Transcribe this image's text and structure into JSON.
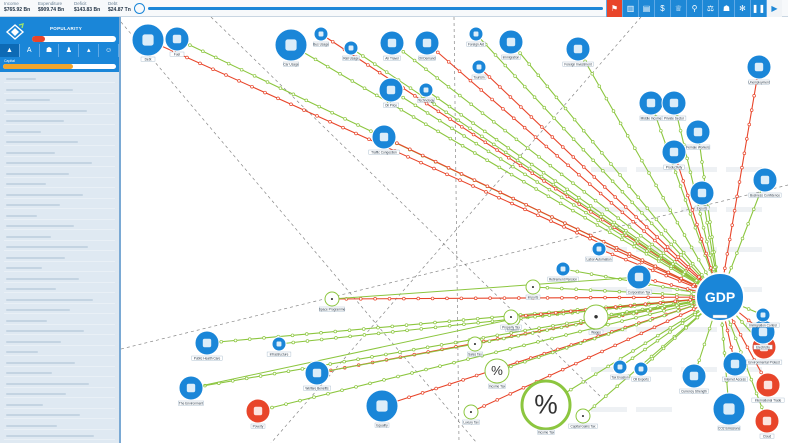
{
  "top_stats": [
    {
      "label": "Income",
      "value": "$765.92 Bn"
    },
    {
      "label": "Expenditure",
      "value": "$909.74 Bn"
    },
    {
      "label": "Deficit",
      "value": "$143.83 Bn"
    },
    {
      "label": "Debt",
      "value": "$24.87 Tn"
    }
  ],
  "sidebar": {
    "title": "POPULARITY",
    "popularity_fraction": 0.15,
    "capital_label": "Capital",
    "capital_fraction": 0.62,
    "row_count": 35
  },
  "toolbar": {
    "icons": [
      "flag-icon",
      "factory-icon",
      "chart-icon",
      "dollar-icon",
      "trophy-icon",
      "pin-icon",
      "scale-icon",
      "people-icon",
      "gear-icon",
      "pause-icon",
      "play-icon"
    ]
  },
  "colors": {
    "accent": "#1a86d8",
    "red_link": "#e8452a",
    "green_link": "#8cc63f",
    "hub": "#1a86d8",
    "dashed": "#555555"
  },
  "hub": {
    "label": "GDP",
    "icon": "gdp-hub"
  },
  "nodes": [
    {
      "name": "Debt",
      "label": "Debt",
      "icon": "bulldozer-icon",
      "size": "l"
    },
    {
      "name": "Fuel",
      "label": "Fuel",
      "icon": "drop-icon",
      "size": "m"
    },
    {
      "name": "Car Usage",
      "label": "Car Usage",
      "icon": "car-icon",
      "size": "l"
    },
    {
      "name": "Bus Usage",
      "label": "Bus Usage",
      "icon": "bus-icon",
      "size": "s"
    },
    {
      "name": "Rail Usage",
      "label": "Rail Usage",
      "icon": "train-icon",
      "size": "s"
    },
    {
      "name": "Air Travel",
      "label": "Air Travel",
      "icon": "plane-icon",
      "size": "m"
    },
    {
      "name": "Oil Demand",
      "label": "Oil Demand",
      "icon": "oil-drop-icon",
      "size": "m"
    },
    {
      "name": "Foreign Aid",
      "label": "Foreign Aid",
      "icon": "hand-icon",
      "size": "s"
    },
    {
      "name": "Immigration",
      "label": "Immigration",
      "icon": "person-icon",
      "size": "m"
    },
    {
      "name": "Tourism",
      "label": "Tourism",
      "icon": "tour-icon",
      "size": "s"
    },
    {
      "name": "Oil Price",
      "label": "Oil Price",
      "icon": "coin-icon",
      "size": "m"
    },
    {
      "name": "Technology",
      "label": "Technology",
      "icon": "truck-icon",
      "size": "s"
    },
    {
      "name": "Traffic Congestion",
      "label": "Traffic Congestion",
      "icon": "car-icon",
      "size": "m"
    },
    {
      "name": "Foreign Investment",
      "label": "Foreign Investment",
      "icon": "investment-icon",
      "size": "m"
    },
    {
      "name": "Middle Income",
      "label": "Middle Income",
      "icon": "workers-icon",
      "size": "m"
    },
    {
      "name": "Unemployment",
      "label": "Unemployment",
      "icon": "queue-icon",
      "size": "m"
    },
    {
      "name": "Private Sector",
      "label": "Private Sector",
      "icon": "factory-icon",
      "size": "m"
    },
    {
      "name": "Female Workers",
      "label": "Female Workers",
      "icon": "female-icon",
      "size": "m"
    },
    {
      "name": "Productivity",
      "label": "Productivity",
      "icon": "gear-dollar-icon",
      "size": "m"
    },
    {
      "name": "Exports",
      "label": "Exports",
      "icon": "box-icon",
      "size": "m"
    },
    {
      "name": "Business Confidence",
      "label": "Business Confidence",
      "icon": "handshake-icon",
      "size": "m"
    },
    {
      "name": "Labor Automation",
      "label": "Labor Automation",
      "icon": "robot-icon",
      "size": "s"
    },
    {
      "name": "Retirement Pension",
      "label": "Retirement Pension",
      "icon": "elderly-icon",
      "size": "s"
    },
    {
      "name": "Imports",
      "label": "Imports",
      "icon": "box-icon",
      "size": "s"
    },
    {
      "name": "Corporation Tax",
      "label": "Corporation Tax",
      "icon": "coin-icon",
      "size": "m"
    },
    {
      "name": "Wages",
      "label": "Wages",
      "icon": "wage-icon",
      "size": "m"
    },
    {
      "name": "Inflation",
      "label": "Inflation",
      "icon": "balloon-icon",
      "size": "s"
    },
    {
      "name": "Space Programme",
      "label": "Space Programme",
      "icon": "rocket-icon",
      "size": "s"
    },
    {
      "name": "Public Health Care",
      "label": "Public Health Care",
      "icon": "health-icon",
      "size": "m"
    },
    {
      "name": "Infrastructure",
      "label": "Infrastructure",
      "icon": "hospital-icon",
      "size": "s"
    },
    {
      "name": "Welfare Benefits",
      "label": "Welfare Benefits",
      "icon": "benefit-icon",
      "size": "m"
    },
    {
      "name": "The Environment",
      "label": "The Environment",
      "icon": "trees-icon",
      "size": "m"
    },
    {
      "name": "Poverty",
      "label": "Poverty",
      "icon": "couple-icon",
      "size": "m"
    },
    {
      "name": "Equality",
      "label": "Equality",
      "icon": "scale-icon",
      "size": "l"
    },
    {
      "name": "Sales Tax",
      "label": "Sales Tax",
      "icon": "tag-icon",
      "size": "s"
    },
    {
      "name": "Income Tax",
      "label": "Income Tax",
      "icon": "percent-person-icon",
      "size": "m"
    },
    {
      "name": "Property Tax",
      "label": "Property Tax",
      "icon": "house-icon",
      "size": "s"
    },
    {
      "name": "Income Tax Rate",
      "label": "Income Tax",
      "icon": "percent-icon",
      "size": "xl"
    },
    {
      "name": "Capital Gains Tax",
      "label": "Capital Gains Tax",
      "icon": "trophy-icon",
      "size": "s"
    },
    {
      "name": "Luxury Tax",
      "label": "Luxury Tax",
      "icon": "diamond-icon",
      "size": "s"
    },
    {
      "name": "Currency Strength",
      "label": "Currency Strength",
      "icon": "dollar-icon",
      "size": "m"
    },
    {
      "name": "Oil Exports",
      "label": "Oil Exports",
      "icon": "oil-icon",
      "size": "s"
    },
    {
      "name": "Internet Access",
      "label": "Internet Access",
      "icon": "wifi-icon",
      "size": "m"
    },
    {
      "name": "Tax Evasion",
      "label": "Tax Evasion",
      "icon": "evade-icon",
      "size": "s"
    },
    {
      "name": "Environmental Protest",
      "label": "Environmental Protest",
      "icon": "protest-icon",
      "size": "m"
    },
    {
      "name": "International Trade",
      "label": "International Trade",
      "icon": "globe-icon",
      "size": "m"
    },
    {
      "name": "CO2 Emissions",
      "label": "CO2 Emissions",
      "icon": "co2-icon",
      "size": "l"
    },
    {
      "name": "Cloud",
      "label": "Cloud",
      "icon": "cloud-icon",
      "size": "m"
    },
    {
      "name": "Electricity",
      "label": "Electricity",
      "icon": "bulb-icon",
      "size": "m"
    },
    {
      "name": "Immigration Control",
      "label": "Immigration Control",
      "icon": "dollar-bag-icon",
      "size": "s"
    }
  ]
}
